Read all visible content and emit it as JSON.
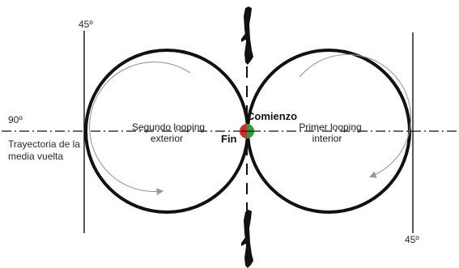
{
  "diagram": {
    "labels": {
      "angle_top_left": "45º",
      "angle_bottom_right": "45º",
      "angle_left": "90º",
      "trajectory_line1": "Trayectoria de la",
      "trajectory_line2": "media vuelta",
      "left_loop_line1": "Segundo looping",
      "left_loop_line2": "exterior",
      "right_loop_line1": "Primer looping",
      "right_loop_line2": "interior",
      "start": "Comienzo",
      "end": "Fin"
    },
    "colors": {
      "stroke": "#111111",
      "arrow": "#9a9a9a",
      "start_marker": "#2e9e3a",
      "end_marker": "#d62b2b"
    },
    "icons": [
      "aircraft-top-icon",
      "aircraft-bottom-icon"
    ]
  }
}
